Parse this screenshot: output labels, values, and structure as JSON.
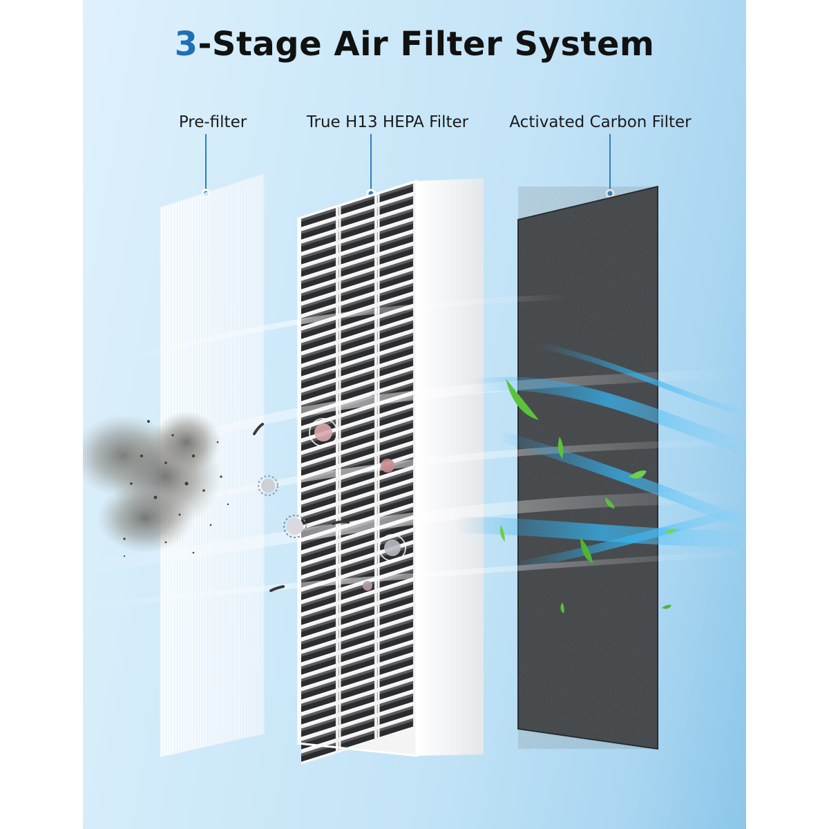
{
  "title": {
    "number": "3",
    "text": "-Stage Air Filter System"
  },
  "labels": {
    "prefilter": "Pre-filter",
    "hepa": "True H13 HEPA Filter",
    "carbon": "Activated Carbon Filter"
  },
  "colors": {
    "accent": "#1f6fb5",
    "leader": "#2f7bbf",
    "background_light": "#dff1fb",
    "background_dark": "#8cc6ea",
    "carbon": "#3a3d40",
    "leaf": "#5cc23a"
  },
  "icons": [
    "dust-cloud-icon",
    "bacteria-icon",
    "dust-mite-icon",
    "leaf-icon",
    "airflow-wave-icon"
  ]
}
